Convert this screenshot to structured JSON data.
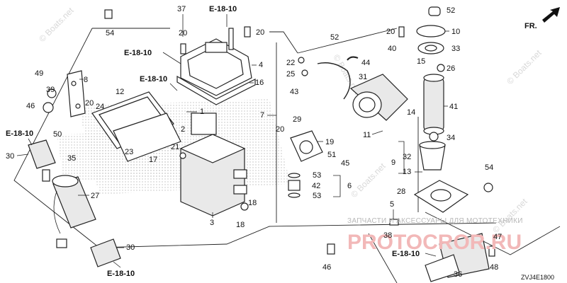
{
  "diagram": {
    "code": "ZVJ4E1800",
    "direction_label": "FR.",
    "watermark_boats": "© Boats.net",
    "watermark_ru_small": "ЗАПЧАСТИ И АКСЕССУАРЫ ДЛЯ МОТОТЕХНИКИ",
    "watermark_ru_big": "PROTOCROR.RU",
    "ref_label": "E-18-10",
    "part_numbers": [
      "1",
      "2",
      "3",
      "4",
      "5",
      "6",
      "7",
      "8",
      "9",
      "10",
      "11",
      "12",
      "13",
      "14",
      "15",
      "16",
      "17",
      "18",
      "19",
      "20",
      "21",
      "22",
      "23",
      "24",
      "25",
      "26",
      "27",
      "28",
      "29",
      "30",
      "31",
      "32",
      "33",
      "34",
      "35",
      "36",
      "37",
      "38",
      "39",
      "40",
      "41",
      "42",
      "43",
      "44",
      "45",
      "46",
      "47",
      "48",
      "49",
      "50",
      "51",
      "52",
      "53",
      "54"
    ]
  }
}
